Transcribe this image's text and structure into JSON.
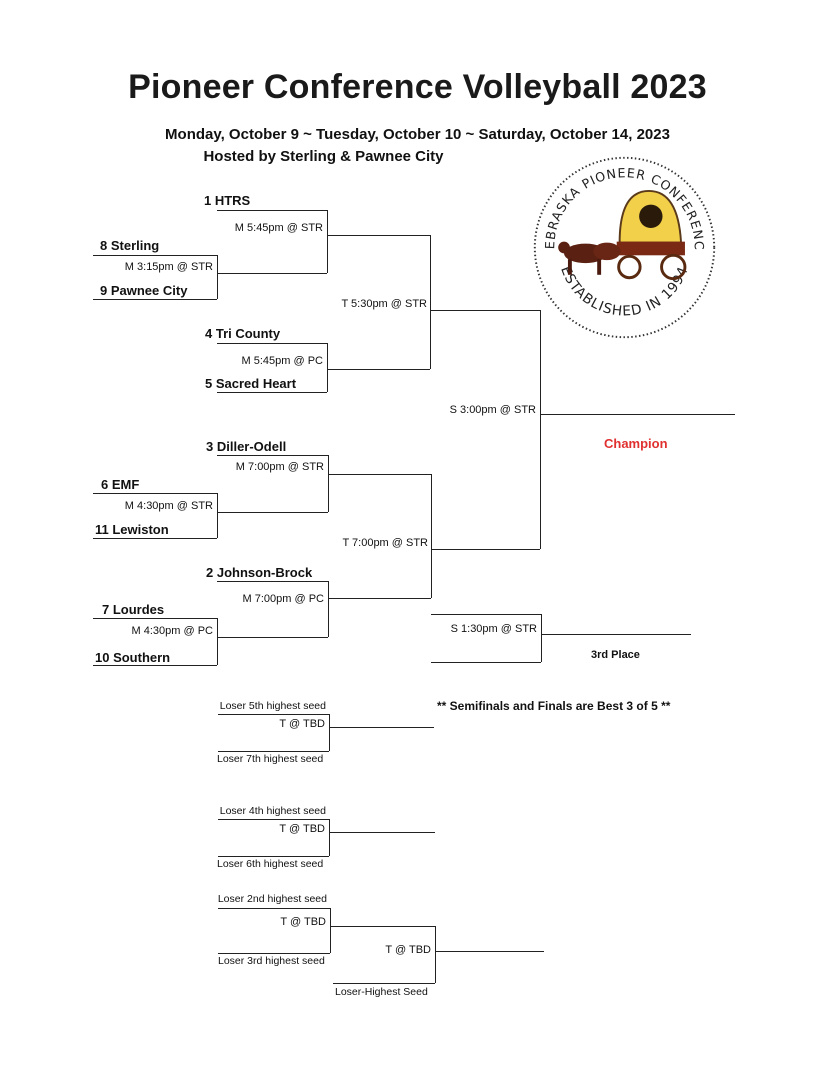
{
  "header": {
    "title": "Pioneer Conference Volleyball 2023",
    "dates": "Monday, October 9 ~ Tuesday, October 10 ~ Saturday, October 14, 2023",
    "host": "Hosted by Sterling & Pawnee City"
  },
  "logo": {
    "top_text": "NEBRASKA PIONEER CONFERENCE",
    "bottom_text": "ESTABLISHED IN 1994",
    "icon": "covered-wagon-icon"
  },
  "teams": {
    "htrs": "1  HTRS",
    "sterling": "8  Sterling",
    "pawnee": "9  Pawnee City",
    "tricounty": "4  Tri County",
    "sacred": "5  Sacred Heart",
    "diller": "3  Diller-Odell",
    "emf": "6  EMF",
    "lewiston": "11  Lewiston",
    "johnson": "2  Johnson-Brock",
    "lourdes": "7  Lourdes",
    "southern": "10  Southern"
  },
  "games": {
    "g_8_9": "M 3:15pm @ STR",
    "g_1": "M 5:45pm @ STR",
    "g_4_5": "M 5:45pm @ PC",
    "g_6_11": "M 4:30pm @ STR",
    "g_3": "M 7:00pm @ STR",
    "g_7_10": "M 4:30pm @ PC",
    "g_2": "M 7:00pm @ PC",
    "semi_top": "T 5:30pm @ STR",
    "semi_bottom": "T 7:00pm @ STR",
    "final": "S 3:00pm @ STR",
    "third": "S 1:30pm @ STR"
  },
  "labels": {
    "champion": "Champion",
    "third_place": "3rd Place",
    "note": "** Semifinals and Finals are Best 3 of 5 **"
  },
  "consolation": {
    "c1_top": "Loser 5th highest seed",
    "c1_bottom": "Loser 7th highest seed",
    "c2_top": "Loser 4th highest seed",
    "c2_bottom": "Loser 6th highest seed",
    "c3_top": "Loser 2nd highest seed",
    "c3_bottom": "Loser 3rd highest seed",
    "game": "T @ TBD",
    "c3_final": "T @ TBD",
    "c3_loser": "Loser-Highest Seed"
  }
}
